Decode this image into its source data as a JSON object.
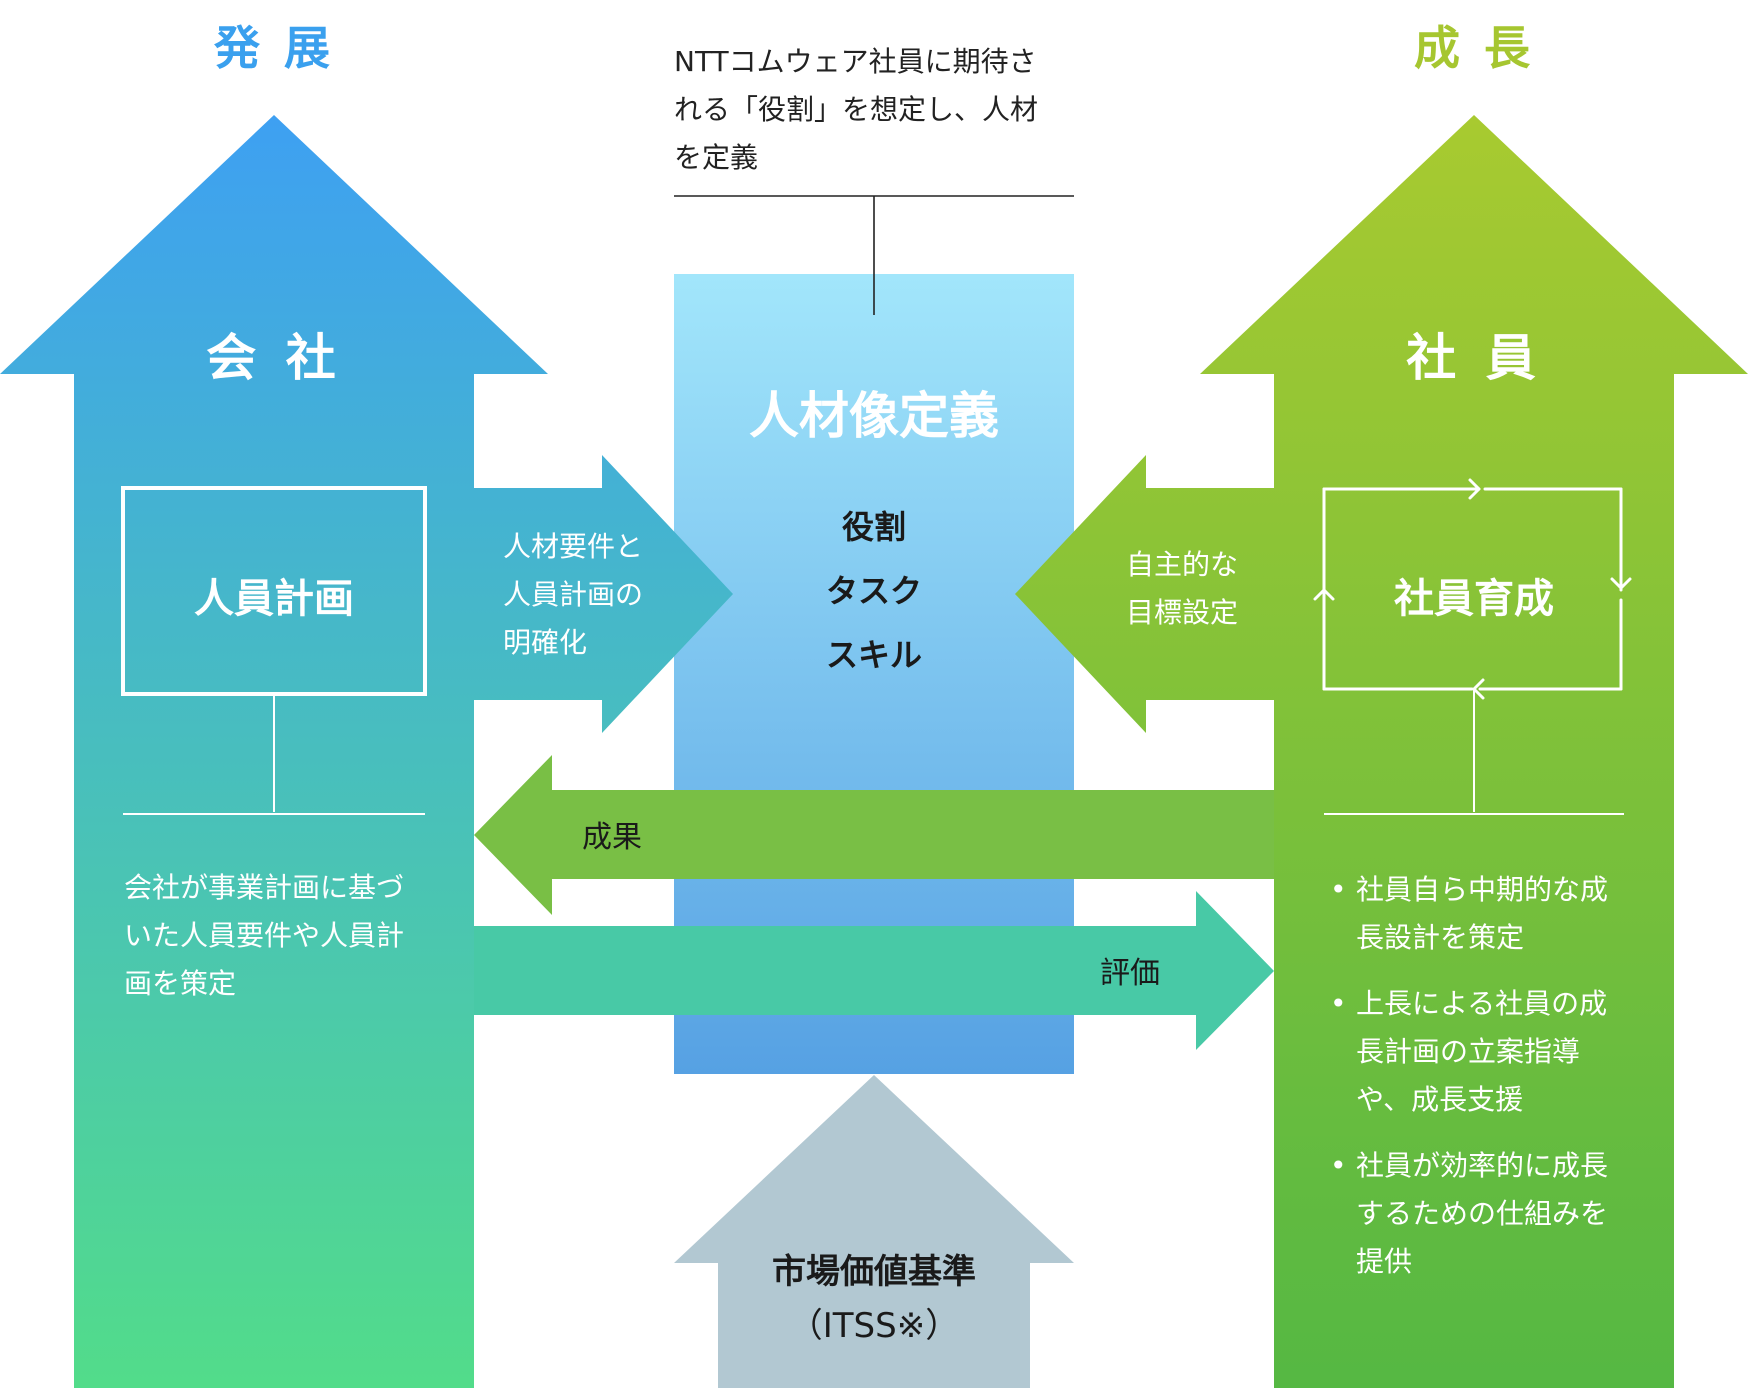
{
  "headings": {
    "left": "発 展",
    "right": "成 長",
    "left_color": "#3aa0ee",
    "right_color": "#a6c630"
  },
  "top_note": {
    "lines": [
      "NTTコムウェア社員に期待さ",
      "れる「役割」を想定し、人材",
      "を定義"
    ]
  },
  "company": {
    "title": "会 社",
    "box_label": "人員計画",
    "description_lines": [
      "会社が事業計画に基づ",
      "いた人員要件や人員計",
      "画を策定"
    ],
    "gradient": [
      "#3ea0f2",
      "#52dc8a"
    ]
  },
  "employee": {
    "title": "社 員",
    "cycle_label": "社員育成",
    "bullets": [
      [
        "社員自ら中期的な成",
        "長設計を策定"
      ],
      [
        "上長による社員の成",
        "長計画の立案指導",
        "や、成長支援"
      ],
      [
        "社員が効率的に成長",
        "するための仕組みを",
        "提供"
      ]
    ],
    "gradient": [
      "#a8ca30",
      "#55b843"
    ]
  },
  "center": {
    "title": "人材像定義",
    "items": [
      "役割",
      "タスク",
      "スキル"
    ],
    "gradient": [
      "#a2e6fb",
      "#56a1e3"
    ]
  },
  "arrows": {
    "left_to_center": [
      "人材要件と",
      "人員計画の",
      "明確化"
    ],
    "right_to_center": [
      "自主的な",
      "目標設定"
    ],
    "result": "成果",
    "evaluation": "評価",
    "result_color": "#79bf45",
    "evaluation_color": "#48c9a6"
  },
  "market": {
    "lines": [
      "市場価値基準",
      "（ITSS※）"
    ],
    "color": "#b2c8d2"
  }
}
